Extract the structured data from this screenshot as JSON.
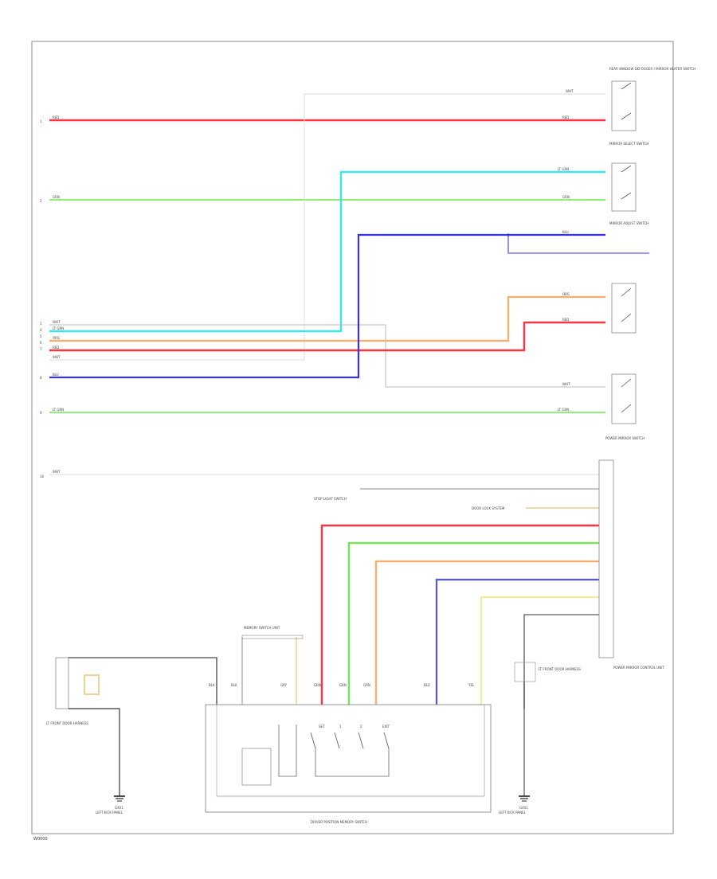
{
  "diagram": {
    "colors": {
      "red": "#ff3344",
      "green": "#66ee44",
      "light_green": "#66ee44",
      "cyan": "#22eeff",
      "blue": "#3333ee",
      "blue_light": "#7777ff",
      "orange": "#ffaa66",
      "yellow": "#eeee99",
      "white": "#cccccc",
      "gray": "#666666",
      "black": "#222222"
    },
    "left_pins": [
      "1",
      "2",
      "3",
      "4",
      "5",
      "6",
      "7",
      "8",
      "9",
      "10"
    ],
    "wire_labels": {
      "red": "RED",
      "grn": "GRN",
      "blu": "BLU",
      "wht": "WHT",
      "lt_grn": "LT GRN",
      "org": "ORG",
      "yel": "YEL",
      "blk": "BLK",
      "gry": "GRY"
    },
    "components": {
      "top_right_switch": "REAR WINDOW DEFOGGER / MIRROR HEATER SWITCH",
      "mid_right_switch_a": "MIRROR SELECT SWITCH",
      "mid_right_switch_b": "MIRROR ADJUST SWITCH",
      "lower_right_switch": "POWER MIRROR SWITCH",
      "right_connector": "POWER MIRROR CONTROL UNIT",
      "left_connector": "LT FRONT DOOR HARNESS",
      "bottom_module": "DRIVER POSITION MEMORY SWITCH",
      "bottom_right_box": "LT FRONT DOOR HARNESS",
      "ground_left": "G401",
      "ground_right": "G401",
      "ground_left_note": "LEFT KICK PANEL",
      "ground_right_note": "LEFT KICK PANEL",
      "memory_unit_label": "MEMORY SWITCH UNIT",
      "stop_light_switch": "STOP LIGHT SWITCH",
      "door_lock_label": "DOOR LOCK SYSTEM"
    },
    "switch_labels": [
      "SET",
      "1",
      "2",
      "EXIT"
    ],
    "module_pins": [
      "BLK",
      "BLK",
      "GRY",
      "GRN",
      "GRN",
      "GRN",
      "BLU",
      "YEL"
    ],
    "footer_code": "W0000"
  }
}
